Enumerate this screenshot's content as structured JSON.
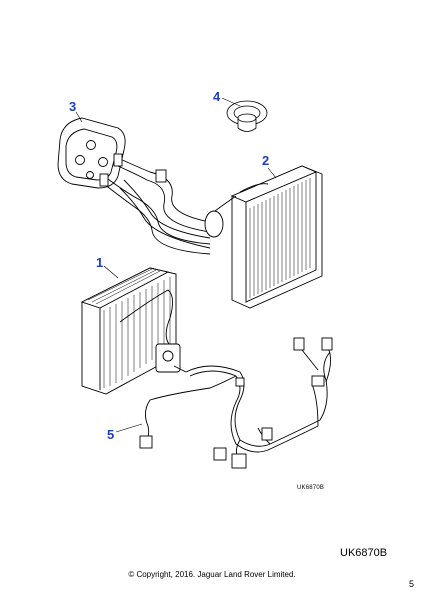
{
  "callouts": {
    "part1": "1",
    "part2": "2",
    "part3": "3",
    "part4": "4",
    "part5": "5"
  },
  "diagram_ref_small": "UK6870B",
  "diagram_ref_large": "UK6870B",
  "copyright": "© Copyright, 2016. Jaguar Land Rover Limited.",
  "page_number": "5",
  "colors": {
    "callout": "#1f3fbf",
    "line": "#000000"
  }
}
